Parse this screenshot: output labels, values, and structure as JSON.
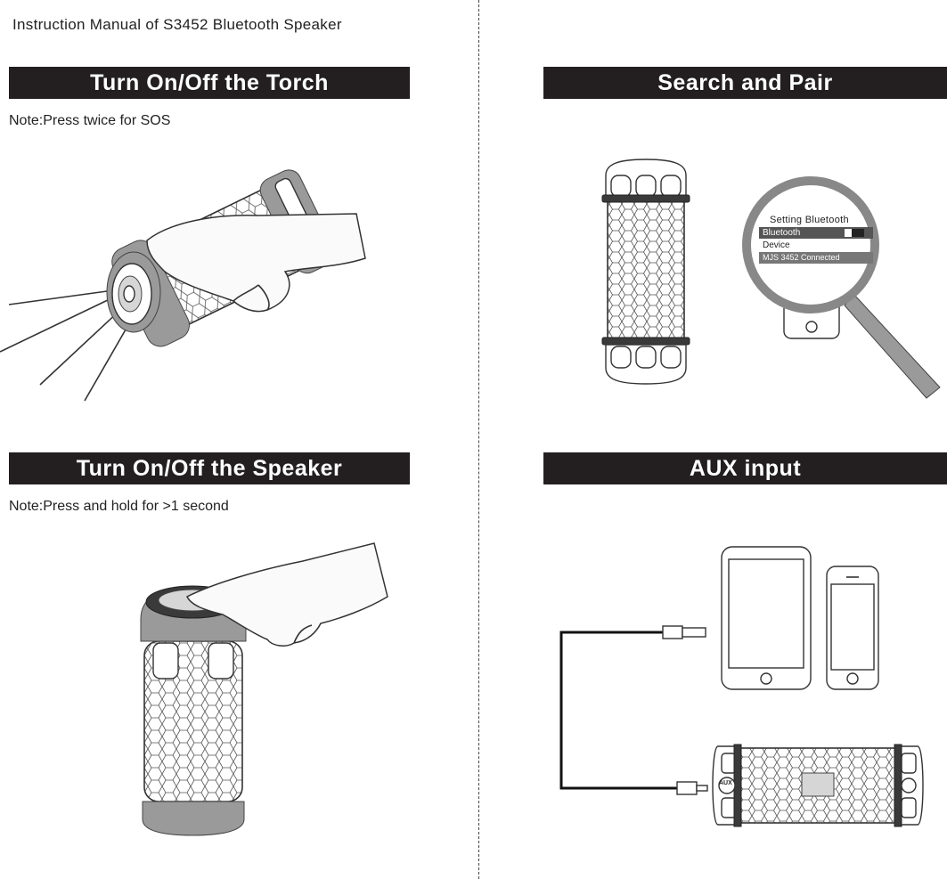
{
  "document": {
    "title": "Instruction Manual of S3452 Bluetooth Speaker"
  },
  "sections": {
    "torch": {
      "heading": "Turn On/Off the Torch",
      "note": "Note:Press twice for SOS"
    },
    "speaker": {
      "heading": "Turn On/Off the Speaker",
      "note": "Note:Press and hold for >1 second"
    },
    "pair": {
      "heading": "Search and Pair",
      "phone_screen": {
        "header": "Setting Bluetooth",
        "row_bluetooth": "Bluetooth",
        "row_device": "Device",
        "row_connected": "MJS 3452 Connected"
      }
    },
    "aux": {
      "heading": "AUX input",
      "button_label": "AUX"
    }
  },
  "icons": [
    "torch-illustration",
    "speaker-power-illustration",
    "magnifier-icon",
    "tablet-icon",
    "phone-icon",
    "usb-plug-icon",
    "audio-jack-icon"
  ],
  "colors": {
    "banner_bg": "#231f20",
    "banner_text": "#ffffff",
    "line": "#333333"
  }
}
